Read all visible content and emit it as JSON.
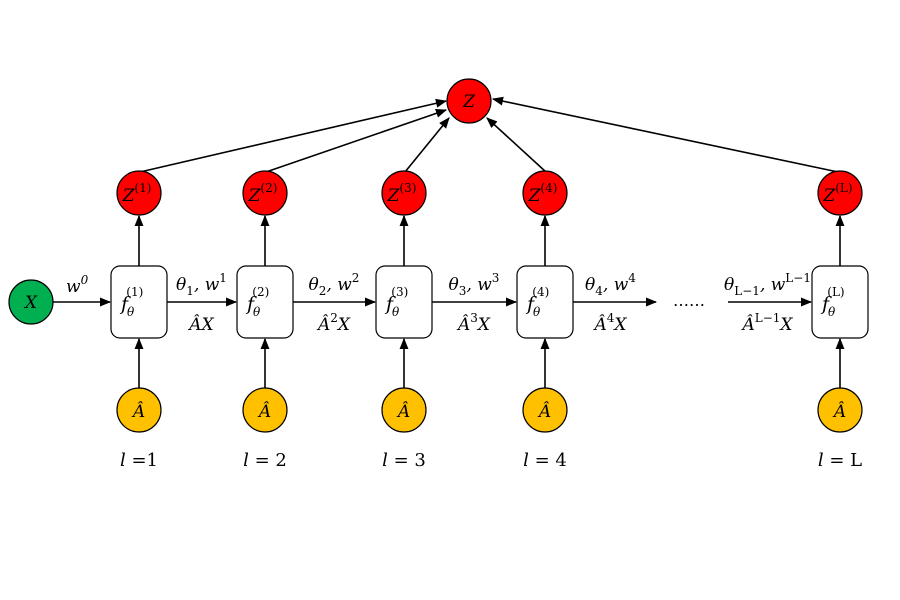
{
  "diagram": {
    "colors": {
      "input_node": "#00B050",
      "output_node": "#FF0000",
      "adjacency_node": "#FFC000",
      "block_fill": "#FFFFFF",
      "stroke": "#000000"
    },
    "input_node": {
      "label": "X"
    },
    "final_node": {
      "label": "Z"
    },
    "input_edge_label": {
      "base": "w",
      "sup": "0"
    },
    "layers": [
      {
        "id": "1",
        "block": {
          "base": "f",
          "sub": "θ",
          "sup": "(1)"
        },
        "output": {
          "base": "Z",
          "sup": "(1)"
        },
        "adjacency": {
          "label": "Â"
        },
        "layer_label": {
          "var": "l",
          "text": " =1"
        },
        "out_edge_top": {
          "base": "θ",
          "sub": "1",
          "mid": ", w",
          "sup": "1"
        },
        "out_edge_bottom": {
          "base": "ÂX",
          "sup": ""
        }
      },
      {
        "id": "2",
        "block": {
          "base": "f",
          "sub": "θ",
          "sup": "(2)"
        },
        "output": {
          "base": "Z",
          "sup": "(2)"
        },
        "adjacency": {
          "label": "Â"
        },
        "layer_label": {
          "var": "l",
          "text": " = 2"
        },
        "out_edge_top": {
          "base": "θ",
          "sub": "2",
          "mid": ", w",
          "sup": "2"
        },
        "out_edge_bottom": {
          "base": "Â",
          "sup": "2",
          "tail": "X"
        }
      },
      {
        "id": "3",
        "block": {
          "base": "f",
          "sub": "θ",
          "sup": "(3)"
        },
        "output": {
          "base": "Z",
          "sup": "(3)"
        },
        "adjacency": {
          "label": "Â"
        },
        "layer_label": {
          "var": "l",
          "text": " = 3"
        },
        "out_edge_top": {
          "base": "θ",
          "sub": "3",
          "mid": ", w",
          "sup": "3"
        },
        "out_edge_bottom": {
          "base": "Â",
          "sup": "3",
          "tail": "X"
        }
      },
      {
        "id": "4",
        "block": {
          "base": "f",
          "sub": "θ",
          "sup": "(4)"
        },
        "output": {
          "base": "Z",
          "sup": "(4)"
        },
        "adjacency": {
          "label": "Â"
        },
        "layer_label": {
          "var": "l",
          "text": " = 4"
        },
        "out_edge_top": {
          "base": "θ",
          "sub": "4",
          "mid": ", w",
          "sup": "4"
        },
        "out_edge_bottom": {
          "base": "Â",
          "sup": "4",
          "tail": "X"
        }
      },
      {
        "id": "L",
        "block": {
          "base": "f",
          "sub": "θ",
          "sup": "(L)"
        },
        "output": {
          "base": "Z",
          "sup": "(L)"
        },
        "adjacency": {
          "label": "Â"
        },
        "layer_label": {
          "var": "l",
          "text": " = L"
        },
        "in_edge_top": {
          "base": "θ",
          "sub": "L−1",
          "mid": ", w",
          "sup": "L−1"
        },
        "in_edge_bottom": {
          "base": "Â",
          "sup": "L−1",
          "tail": "X"
        }
      }
    ],
    "ellipsis": "……"
  }
}
